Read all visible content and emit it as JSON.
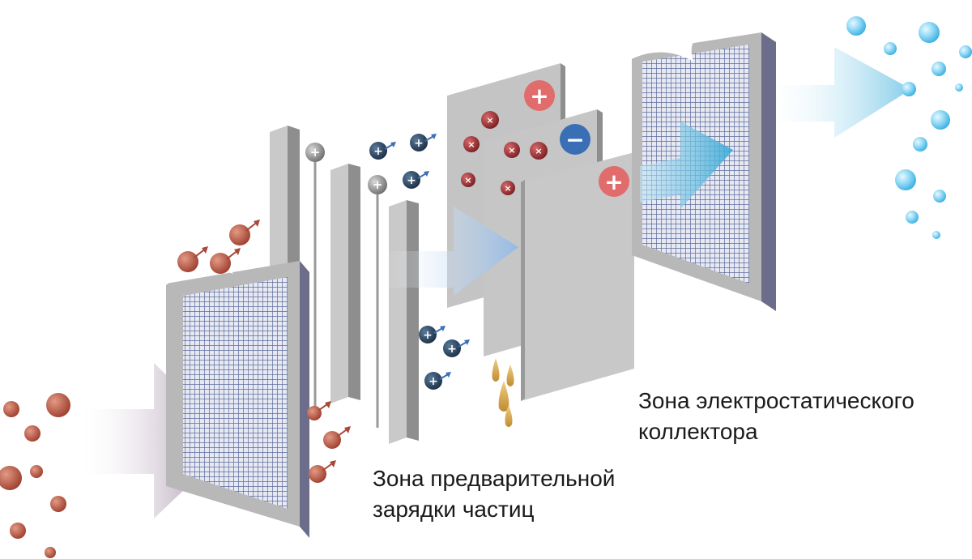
{
  "diagram": {
    "zones": [
      {
        "id": "precharge",
        "label_lines": [
          "Зона предварительной",
          "зарядки частиц"
        ]
      },
      {
        "id": "collector",
        "label_lines": [
          "Зона электростатического",
          "коллектора"
        ]
      }
    ],
    "plate_signs": [
      "+",
      "−",
      "+"
    ],
    "colors": {
      "dirty_particle": "#b5523f",
      "clean_particle": "#5ec8f0",
      "positive_badge": "#e06c6c",
      "negative_badge": "#3a6fb5",
      "plate_front": "#c8c8c8",
      "plate_side": "#8e8e8e",
      "filter_frame": "#b9b9b9",
      "filter_mesh": "#6b78a8",
      "dirty_air_arrow": "#9a7f95",
      "clean_air_arrow": "#4fb6e0",
      "ion": "#243a55",
      "droplet": "#d2a24a"
    }
  }
}
